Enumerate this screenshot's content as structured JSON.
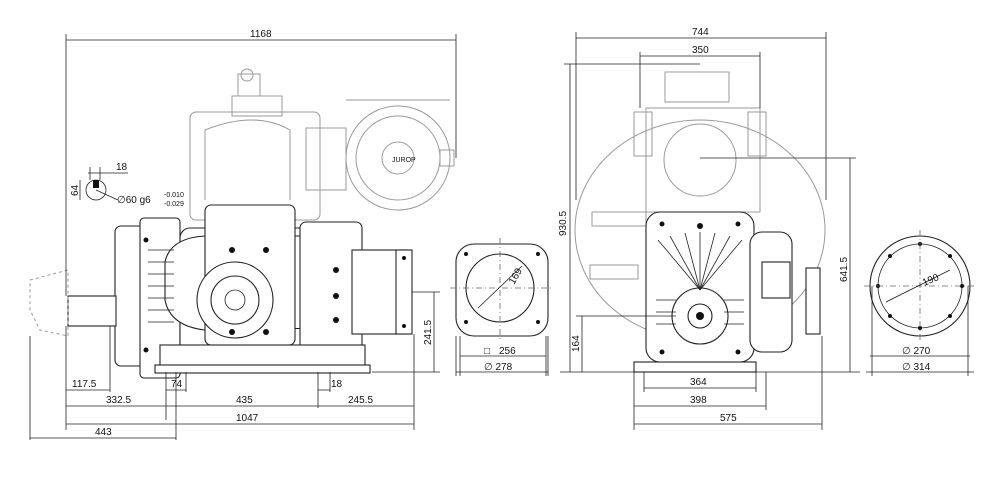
{
  "side_view": {
    "overall_width": "1168",
    "shaft_key_width": "18",
    "shaft_key_height": "64",
    "shaft_diameter": "∅60 g6",
    "tolerance_upper": "-0.010",
    "tolerance_lower": "-0.029",
    "dim_117": "117.5",
    "dim_74": "74",
    "dim_18_base": "18",
    "dim_332": "332.5",
    "dim_435": "435",
    "dim_245": "245.5",
    "dim_1047": "1047",
    "dim_443": "443",
    "dim_241": "241.5",
    "logo_text": "JUROP"
  },
  "flange_view": {
    "radius": "169",
    "square": "256",
    "diameter": "∅ 278",
    "square_symbol": "□"
  },
  "front_view": {
    "overall_width": "744",
    "top_width": "350",
    "overall_height": "930.5",
    "side_height": "641.5",
    "shaft_height": "164",
    "dim_364": "364",
    "dim_398": "398",
    "dim_575": "575"
  },
  "round_flange": {
    "radius": "190",
    "inner_diameter": "∅ 270",
    "outer_diameter": "∅ 314"
  }
}
